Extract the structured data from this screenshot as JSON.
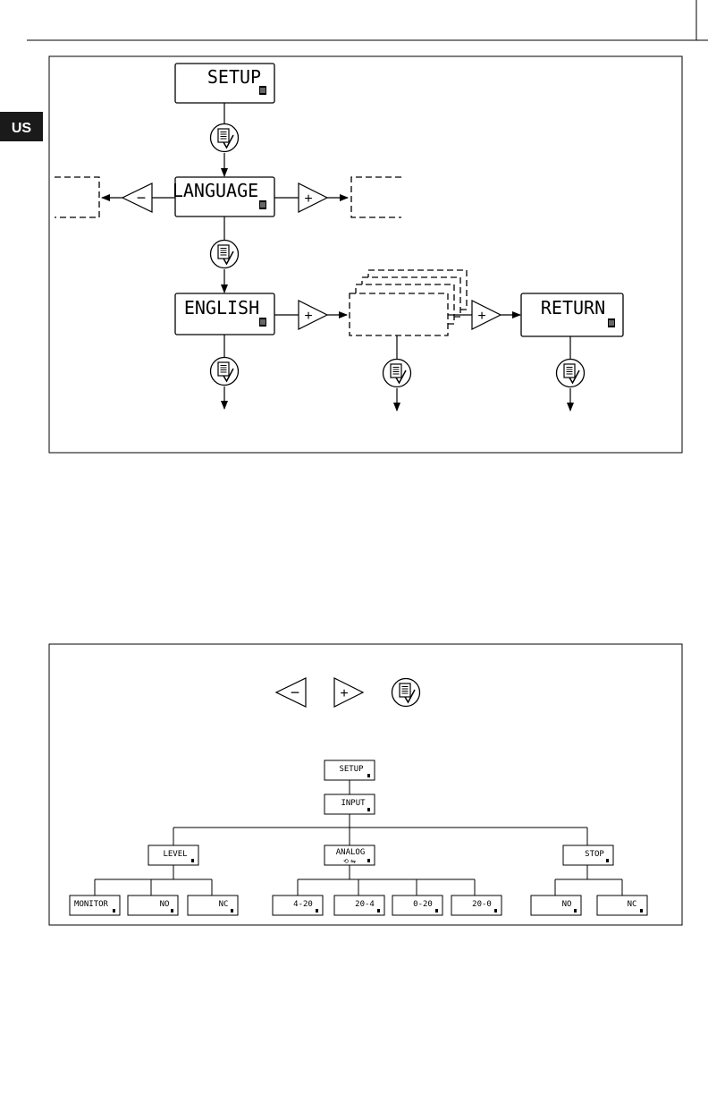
{
  "language_tab": "US",
  "flow_diagram": {
    "setup_display": "SETUP",
    "language_display": "LANGUAGE",
    "english_display": "ENGLISH",
    "return_display": "RETURN",
    "minus_symbol": "−",
    "plus_symbol": "+"
  },
  "menu_tree": {
    "legend": {
      "minus_symbol": "−",
      "plus_symbol": "+"
    },
    "setup": "SETUP",
    "input": "INPUT",
    "level": "LEVEL",
    "analog": "ANALOG",
    "analog_icons": "⟲ ⇋",
    "stop": "STOP",
    "level_options": [
      "MONITOR",
      "NO",
      "NC"
    ],
    "analog_options": [
      "4-20",
      "20-4",
      "0-20",
      "20-0"
    ],
    "stop_options": [
      "NO",
      "NC"
    ]
  },
  "colors": {
    "tab_background": "#1a1a1a",
    "line": "#000000"
  }
}
